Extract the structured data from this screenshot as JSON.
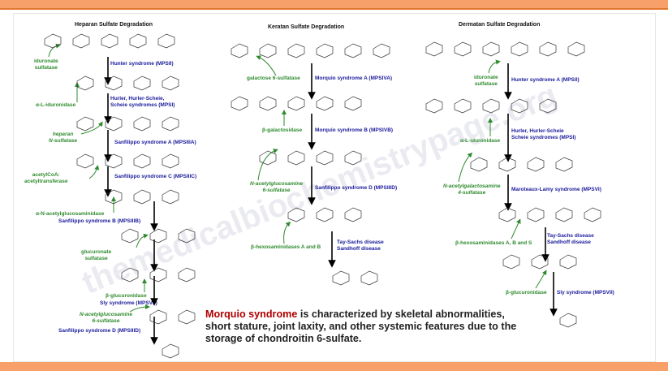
{
  "columns": {
    "heparan": "Heparan Sulfate Degradation",
    "keratan": "Keratan Sulfate Degradation",
    "dermatan": "Dermatan Sulfate Degradation"
  },
  "heparan": {
    "enz1": "iduronate\nsulfatase",
    "dis1": "Hunter syndrome (MPSII)",
    "enz2": "α-L-iduronidase",
    "dis2": "Hurler, Hurler-Scheie,\nScheie syndromes (MPSI)",
    "enz3": "heparan\nN-sulfatase",
    "dis3": "Sanfilippo syndrome A (MPSIIIA)",
    "enz4": "acetylCoA:\nacetyltransferase",
    "dis4": "Sanfilippo syndrome C (MPSIIIC)",
    "enz5": "α-N-acetylglucosaminidase",
    "dis5": "Sanfilippo syndrome B (MPSIIIB)",
    "enz6": "glucuronate\nsulfatase",
    "enz7": "β-glucuronidase",
    "dis7": "Sly syndrome (MPSVII)",
    "enz8": "N-acetylglucosamine\n6-sulfatase",
    "dis8": "Sanfilippo syndrome D (MPSIIID)"
  },
  "keratan": {
    "enz1": "galactose 6-sulfatase",
    "dis1": "Morquio syndrome A (MPSIVA)",
    "enz2": "β-galactosidase",
    "dis2": "Morquio syndrome B (MPSIVB)",
    "enz3": "N-acetylglucosamine\n6-sulfatase",
    "dis3": "Sanfilippo syndrome D (MPSIIID)",
    "enz4": "β-hexosaminidases A and B",
    "dis4": "Tay-Sachs disease\nSandhoff disease"
  },
  "dermatan": {
    "enz1": "iduronate\nsulfatase",
    "dis1": "Hunter syndrome A (MPSII)",
    "enz2": "α-L-iduronidase",
    "dis2": "Hurler, Hurler-Scheie\nScheie syndromes (MPSI)",
    "enz3": "N-acetylgalactosamine\n4-sulfatase",
    "dis3": "Maroteaux-Lamy syndrome (MPSVI)",
    "enz4": "β-hexosaminidases A, B and S",
    "dis4": "Tay-Sachs disease\nSandhoff disease",
    "enz5": "β-glucuronidase",
    "dis5": "Sly syndrome (MPSVII)"
  },
  "caption": {
    "highlight": "Morquio syndrome",
    "rest": " is characterized by skeletal abnormalities, short stature, joint laxity, and other systemic features due to the storage of chondroitin 6-sulfate."
  },
  "watermark": "themedicalbiochemistrypage.org",
  "colors": {
    "disease": "#1a1a9c",
    "enzyme": "#2e8b2e",
    "highlight": "#b00000",
    "bar": "#f7a06a"
  }
}
